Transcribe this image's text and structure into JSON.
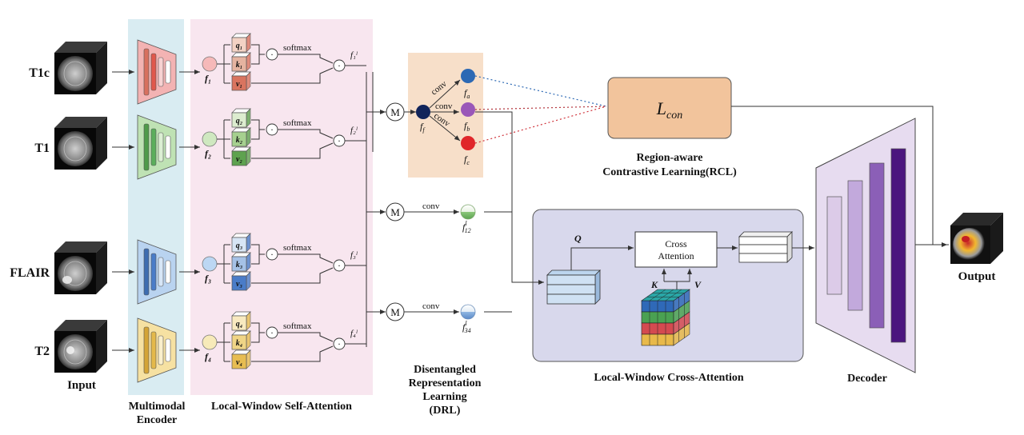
{
  "inputs": {
    "caption": "Input",
    "modalities": [
      "T1c",
      "T1",
      "FLAIR",
      "T2"
    ]
  },
  "encoder": {
    "title_line1": "Multimodal",
    "title_line2": "Encoder"
  },
  "self_attention": {
    "title": "Local-Window Self-Attention",
    "softmax_label": "softmax",
    "features": [
      "f₁",
      "f₂",
      "f₃",
      "f₄"
    ],
    "q_labels": [
      "q₁",
      "q₂",
      "q₃",
      "q₄"
    ],
    "k_labels": [
      "k₁",
      "k₂",
      "k₃",
      "k₄"
    ],
    "v_labels": [
      "v₁",
      "v₂",
      "v₃",
      "v₄"
    ],
    "outputs": [
      "f₁ˡ",
      "f₂ˡ",
      "f₃ˡ",
      "f₄ˡ"
    ],
    "dot_symbol": "·"
  },
  "drl": {
    "title_line1": "Disentangled",
    "title_line2": "Representation",
    "title_line3": "Learning",
    "title_line4": "(DRL)",
    "merge_symbol": "M",
    "conv_label": "conv",
    "fused": "f_f",
    "branches": [
      "f_a",
      "f_b",
      "f_c"
    ],
    "pair_outputs": [
      "f₁₂ˡ",
      "f₃₄ˡ"
    ]
  },
  "rcl": {
    "loss_label": "L_con",
    "title_line1": "Region-aware",
    "title_line2": "Contrastive Learning(RCL)"
  },
  "cross_attention": {
    "title": "Local-Window Cross-Attention",
    "block_line1": "Cross",
    "block_line2": "Attention",
    "q": "Q",
    "k": "K",
    "v": "V"
  },
  "decoder": {
    "title": "Decoder",
    "output_label": "Output"
  },
  "colors": {
    "encoder_panel": "#d9ecf2",
    "self_attention_panel": "#f8e6ef",
    "drl_panel": "#f7dfc9",
    "cross_attention_panel": "#d8d8ec",
    "rcl_box": "#f2c49c",
    "decoder_body": "#e7dcf0",
    "red": "#e0584c",
    "green": "#5cae5c",
    "blue": "#4a7cc8",
    "yellow": "#efd06a",
    "purple_dark": "#4b167e"
  }
}
